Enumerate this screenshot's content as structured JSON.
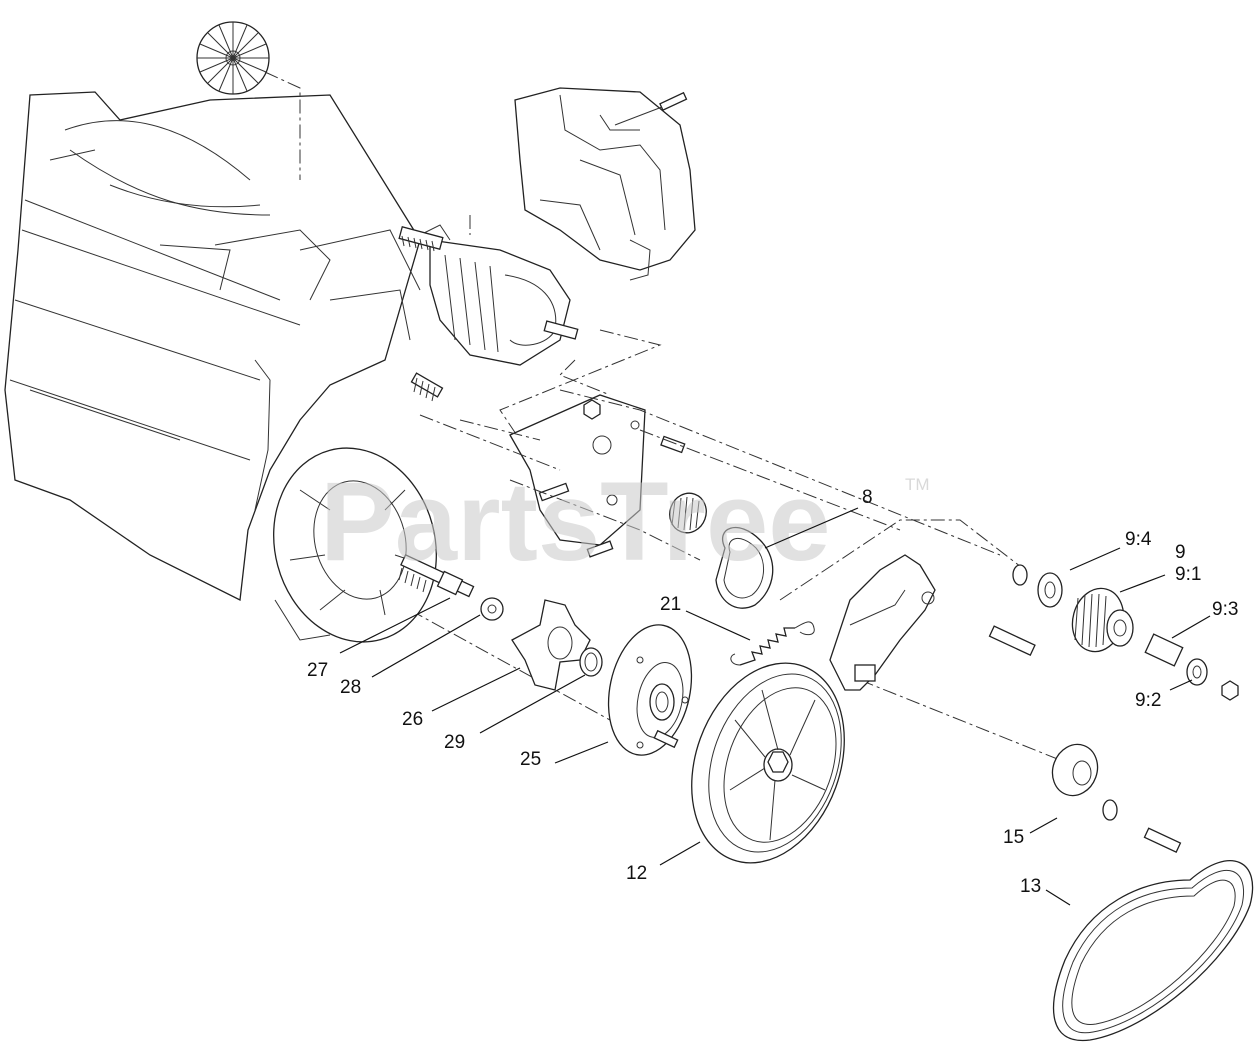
{
  "watermark": {
    "brand": "PartsTree",
    "trademark": "TM"
  },
  "labels": {
    "p8": "8",
    "p9_4": "9:4",
    "p9": "9",
    "p9_1": "9:1",
    "p9_3": "9:3",
    "p9_2": "9:2",
    "p21": "21",
    "p27": "27",
    "p28": "28",
    "p26": "26",
    "p29": "29",
    "p25": "25",
    "p12": "12",
    "p15": "15",
    "p13": "13"
  }
}
